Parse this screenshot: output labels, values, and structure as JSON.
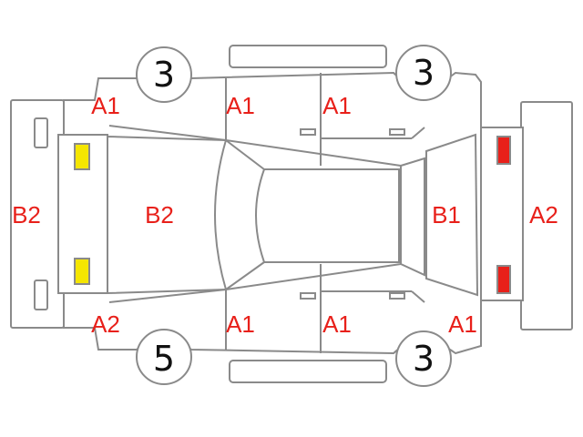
{
  "colors": {
    "label": "#e8201a",
    "outline": "#8a8a8a",
    "lamp_front": "#f5e600",
    "lamp_rear": "#e8201a"
  },
  "labels": {
    "front_left_fender": "A1",
    "front_left_door": "A1",
    "rear_left_door": "A1",
    "front_right_fender": "A2",
    "front_right_door": "A1",
    "rear_right_door": "A1",
    "rear_right_fender": "A1",
    "front_bumper": "B2",
    "hood": "B2",
    "rear_bumper": "A2",
    "trunk": "B1"
  },
  "wheels": {
    "front_left": "3",
    "rear_left": "3",
    "front_right": "5",
    "rear_right": "3"
  }
}
